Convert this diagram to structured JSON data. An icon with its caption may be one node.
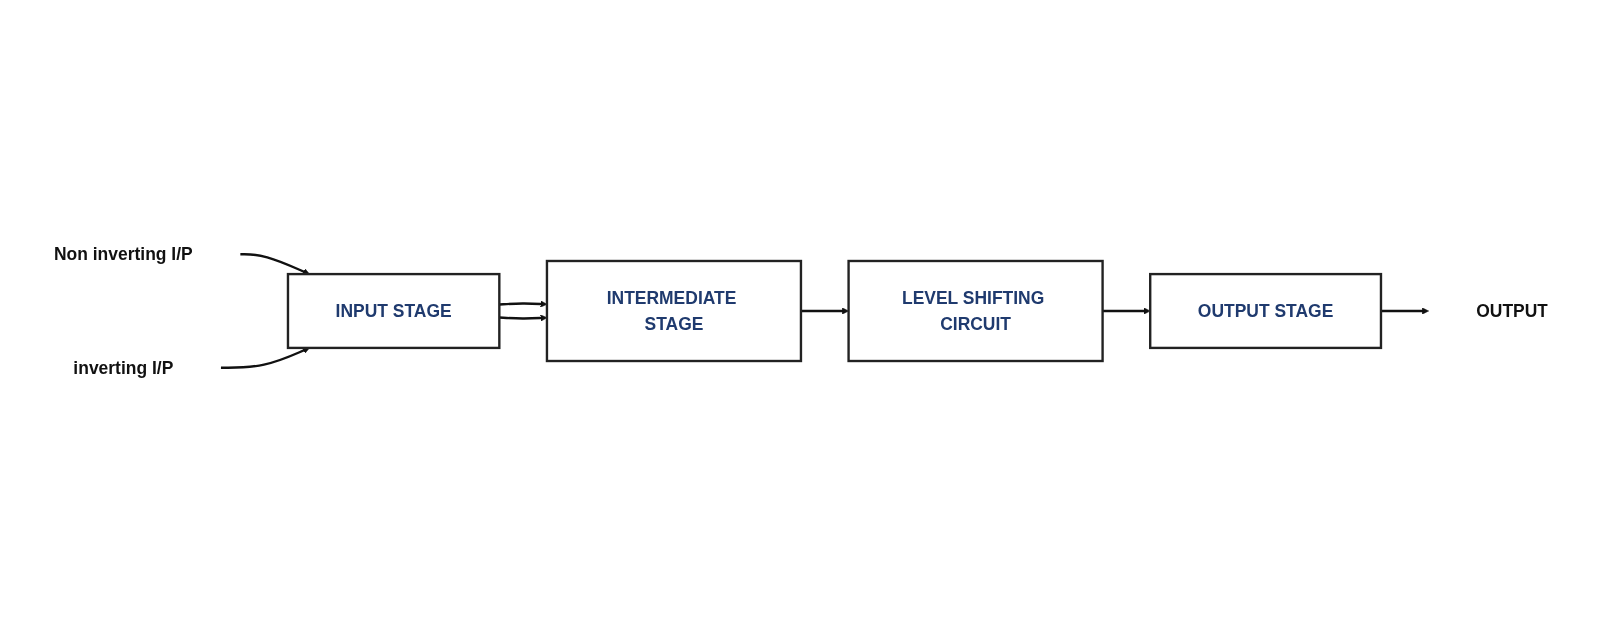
{
  "diagram": {
    "nodes": [
      {
        "text": [
          "Non inverting I/P"
        ]
      },
      {
        "text": [
          "inverting I/P"
        ]
      },
      {
        "text": [
          "INPUT STAGE"
        ]
      },
      {
        "text": [
          "INTERMEDIATE STAGE"
        ]
      },
      {
        "text": [
          "LEVEL SHIFTING CIRCUIT"
        ]
      },
      {
        "text": [
          "OUTPUT STAGE"
        ]
      },
      {
        "text": [
          "OUTPUT"
        ]
      }
    ],
    "edges": [
      {
        "from": 0,
        "to": 2,
        "arrow": "to"
      },
      {
        "from": 1,
        "to": 2,
        "arrow": "to"
      },
      {
        "from": 2,
        "to": 3,
        "arrow": "to"
      },
      {
        "from": 2,
        "to": 3,
        "arrow": "to"
      },
      {
        "from": 3,
        "to": 4,
        "arrow": "to"
      },
      {
        "from": 4,
        "to": 5,
        "arrow": "to"
      },
      {
        "from": 5,
        "to": 6,
        "arrow": "to"
      }
    ]
  }
}
